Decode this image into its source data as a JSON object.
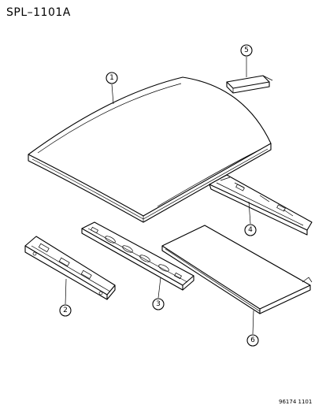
{
  "header": {
    "code": "SPL–1101A"
  },
  "footer": {
    "figure_code": "96174 1101"
  },
  "callouts": [
    "1",
    "2",
    "3",
    "4",
    "5",
    "6"
  ],
  "parts": [
    {
      "callout": "1",
      "part": "roof-panel"
    },
    {
      "callout": "2",
      "part": "front-roof-bow"
    },
    {
      "callout": "3",
      "part": "center-roof-bow"
    },
    {
      "callout": "4",
      "part": "rear-roof-bow"
    },
    {
      "callout": "5",
      "part": "plug"
    },
    {
      "callout": "6",
      "part": "headliner-panel"
    }
  ]
}
